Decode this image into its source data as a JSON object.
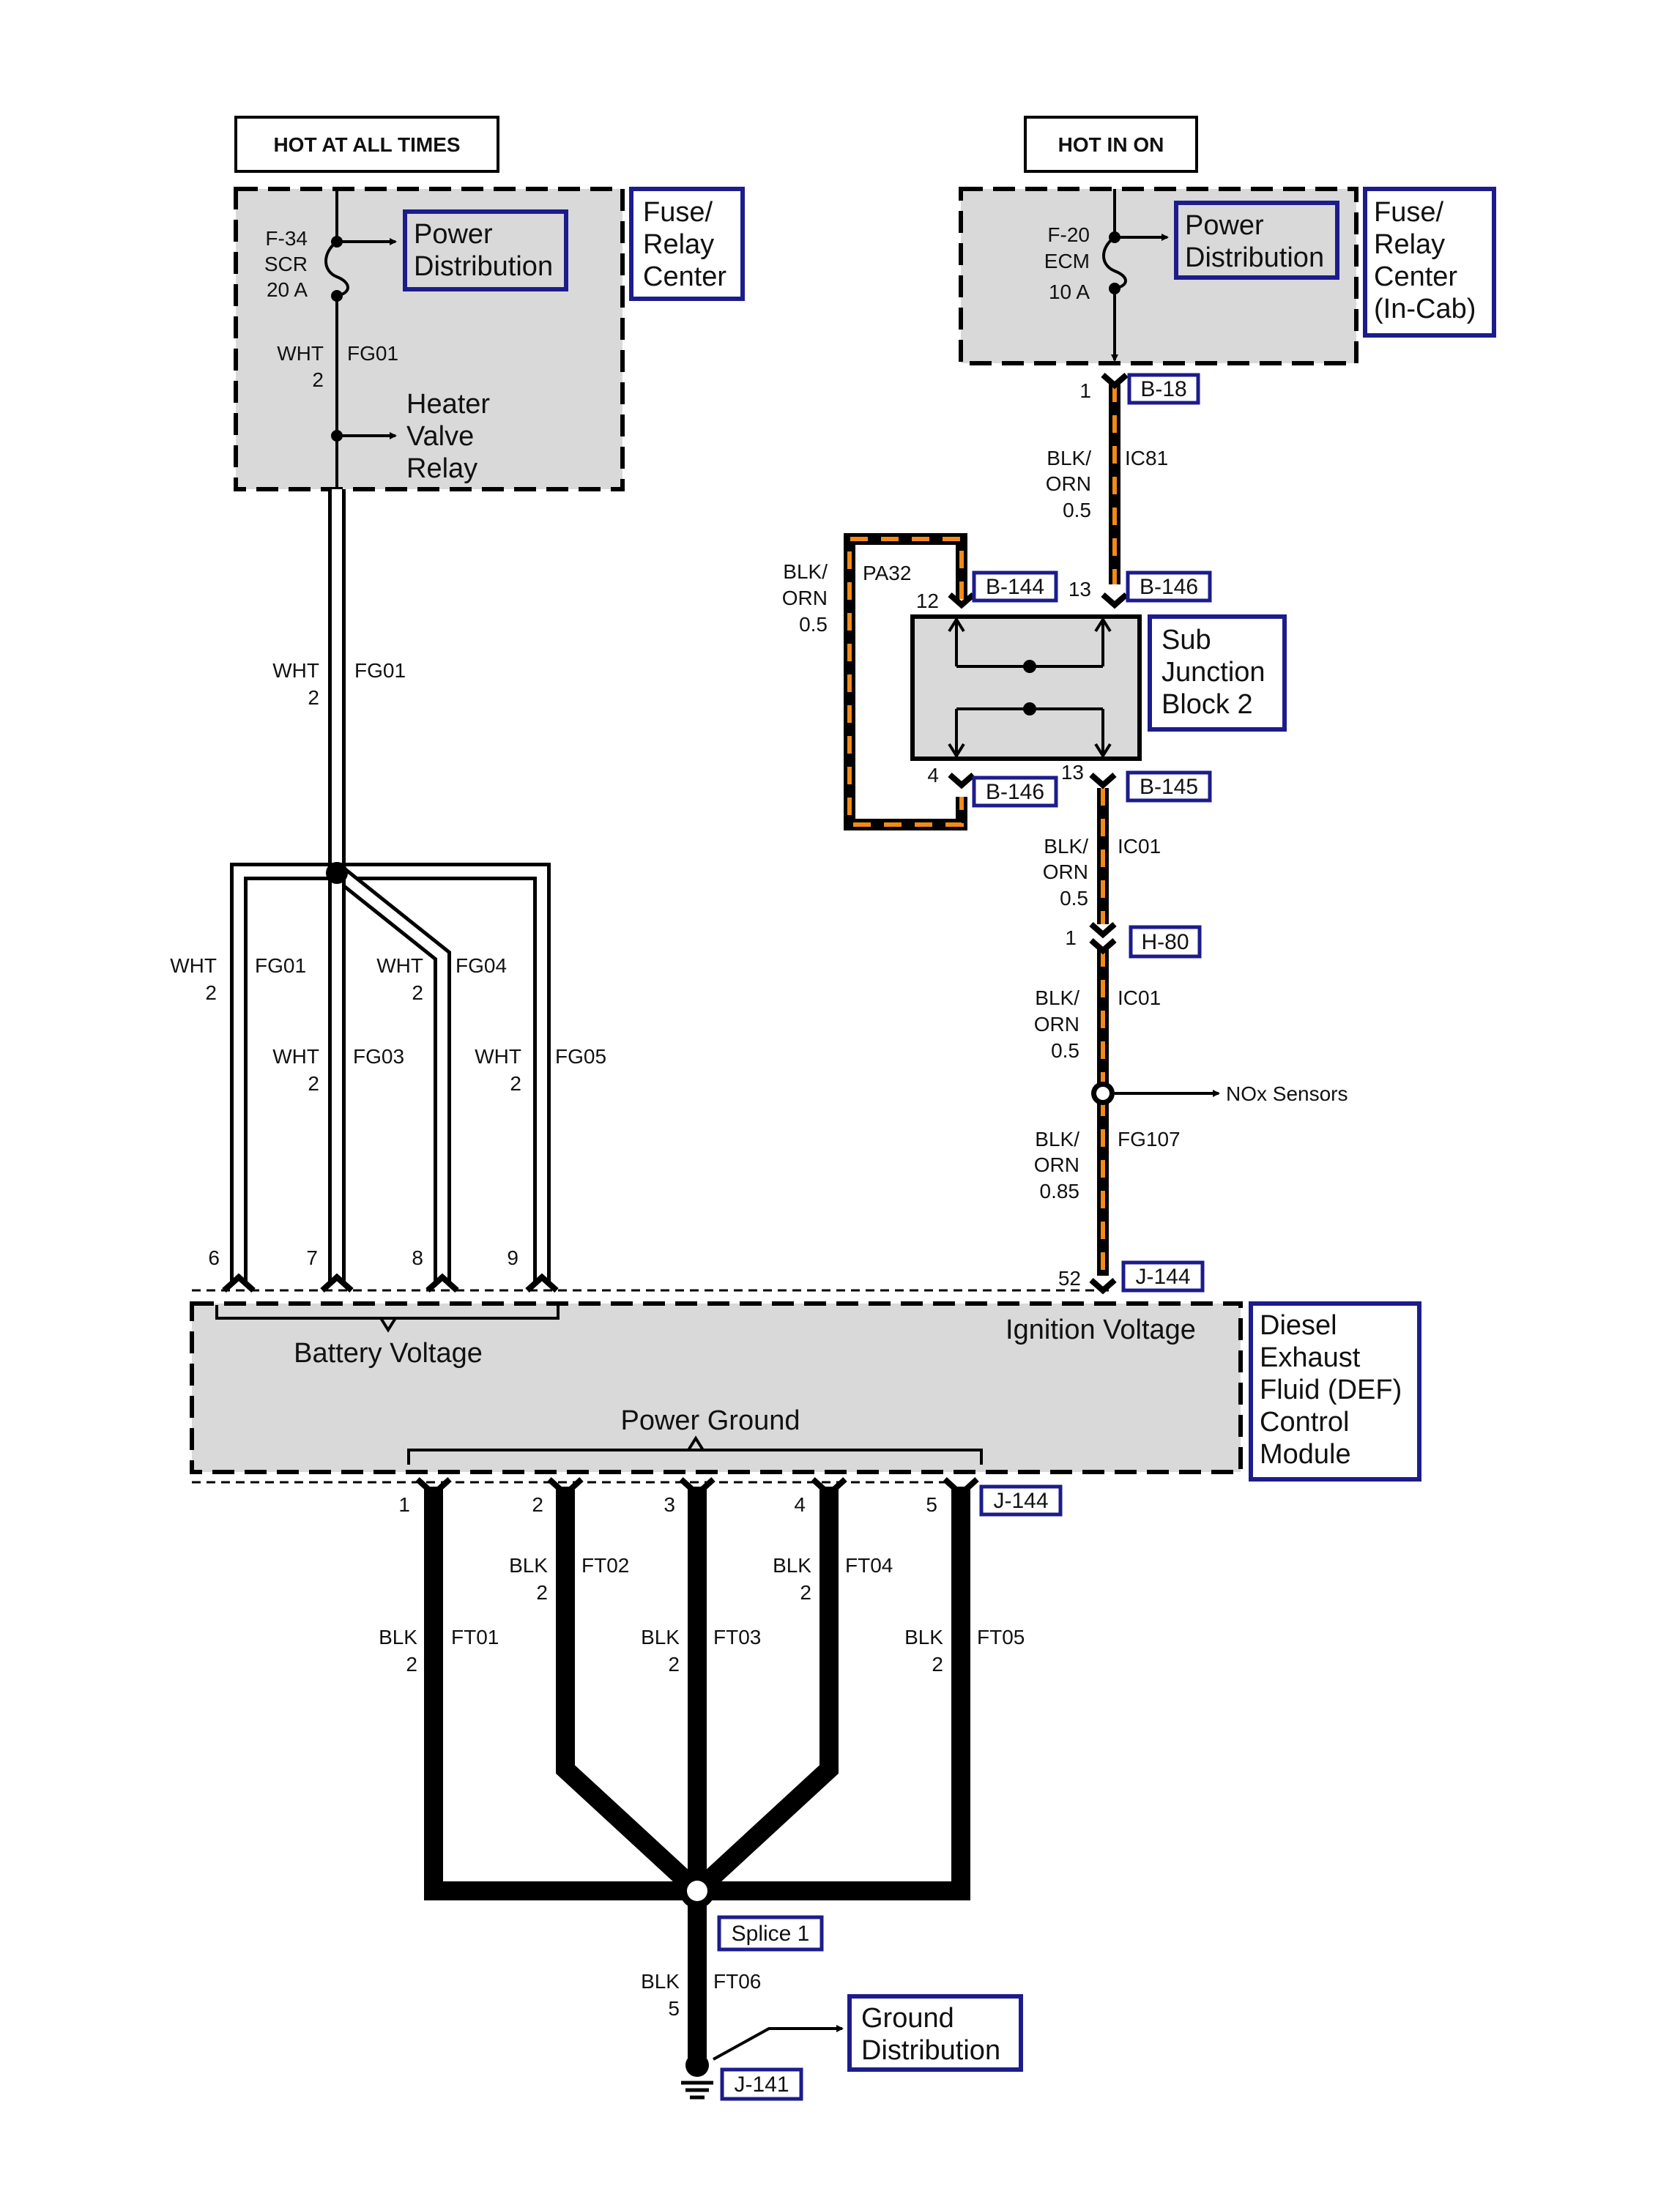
{
  "colors": {
    "box_fill": "#d9d9d9",
    "ref_box": "#1c1c8c",
    "wire_orange": "#f28a1a",
    "wire_black": "#000000"
  },
  "headers": {
    "left": "HOT AT ALL TIMES",
    "right": "HOT IN ON"
  },
  "fuse_left": {
    "line1": "F-34",
    "line2": "SCR",
    "line3": "20 A"
  },
  "fuse_right": {
    "line1": "F-20",
    "line2": "ECM",
    "line3": "10 A"
  },
  "power_distribution": {
    "line1": "Power",
    "line2": "Distribution"
  },
  "fuse_relay_left": {
    "line1": "Fuse/",
    "line2": "Relay",
    "line3": "Center"
  },
  "fuse_relay_right": {
    "line1": "Fuse/",
    "line2": "Relay",
    "line3": "Center",
    "line4": "(In-Cab)"
  },
  "heater_relay": {
    "line1": "Heater",
    "line2": "Valve",
    "line3": "Relay"
  },
  "sub_junction": {
    "line1": "Sub",
    "line2": "Junction",
    "line3": "Block 2"
  },
  "def_module": {
    "line1": "Diesel",
    "line2": "Exhaust",
    "line3": "Fluid (DEF)",
    "line4": "Control",
    "line5": "Module"
  },
  "module_labels": {
    "battery": "Battery Voltage",
    "ignition": "Ignition Voltage",
    "ground": "Power Ground"
  },
  "ground_distribution": {
    "line1": "Ground",
    "line2": "Distribution"
  },
  "nox": "NOx Sensors",
  "connectors": {
    "b18": "B-18",
    "b146_top": "B-146",
    "b144": "B-144",
    "b146_bot": "B-146",
    "b145": "B-145",
    "h80": "H-80",
    "j144_top": "J-144",
    "j144_bot": "J-144",
    "splice": "Splice 1",
    "j141": "J-141"
  },
  "pins": {
    "b18": "1",
    "b146_top": "13",
    "b144": "12",
    "b146_bot": "4",
    "b145": "13",
    "h80": "1",
    "j144_top": "52",
    "m6": "6",
    "m7": "7",
    "m8": "8",
    "m9": "9",
    "g1": "1",
    "g2": "2",
    "g3": "3",
    "g4": "4",
    "g5": "5"
  },
  "wires": {
    "fg01_top": {
      "color": "WHT",
      "size": "2",
      "circuit": "FG01"
    },
    "fg01_mid": {
      "color": "WHT",
      "size": "2",
      "circuit": "FG01"
    },
    "fg01_low": {
      "color": "WHT",
      "size": "2",
      "circuit": "FG01"
    },
    "fg03": {
      "color": "WHT",
      "size": "2",
      "circuit": "FG03"
    },
    "fg04": {
      "color": "WHT",
      "size": "2",
      "circuit": "FG04"
    },
    "fg05": {
      "color": "WHT",
      "size": "2",
      "circuit": "FG05"
    },
    "ic81": {
      "color1": "BLK/",
      "color2": "ORN",
      "size": "0.5",
      "circuit": "IC81"
    },
    "pa32": {
      "color1": "BLK/",
      "color2": "ORN",
      "size": "0.5",
      "circuit": "PA32"
    },
    "ic01_a": {
      "color1": "BLK/",
      "color2": "ORN",
      "size": "0.5",
      "circuit": "IC01"
    },
    "ic01_b": {
      "color1": "BLK/",
      "color2": "ORN",
      "size": "0.5",
      "circuit": "IC01"
    },
    "fg107": {
      "color1": "BLK/",
      "color2": "ORN",
      "size": "0.85",
      "circuit": "FG107"
    },
    "ft01": {
      "color": "BLK",
      "size": "2",
      "circuit": "FT01"
    },
    "ft02": {
      "color": "BLK",
      "size": "2",
      "circuit": "FT02"
    },
    "ft03": {
      "color": "BLK",
      "size": "2",
      "circuit": "FT03"
    },
    "ft04": {
      "color": "BLK",
      "size": "2",
      "circuit": "FT04"
    },
    "ft05": {
      "color": "BLK",
      "size": "2",
      "circuit": "FT05"
    },
    "ft06": {
      "color": "BLK",
      "size": "5",
      "circuit": "FT06"
    }
  }
}
